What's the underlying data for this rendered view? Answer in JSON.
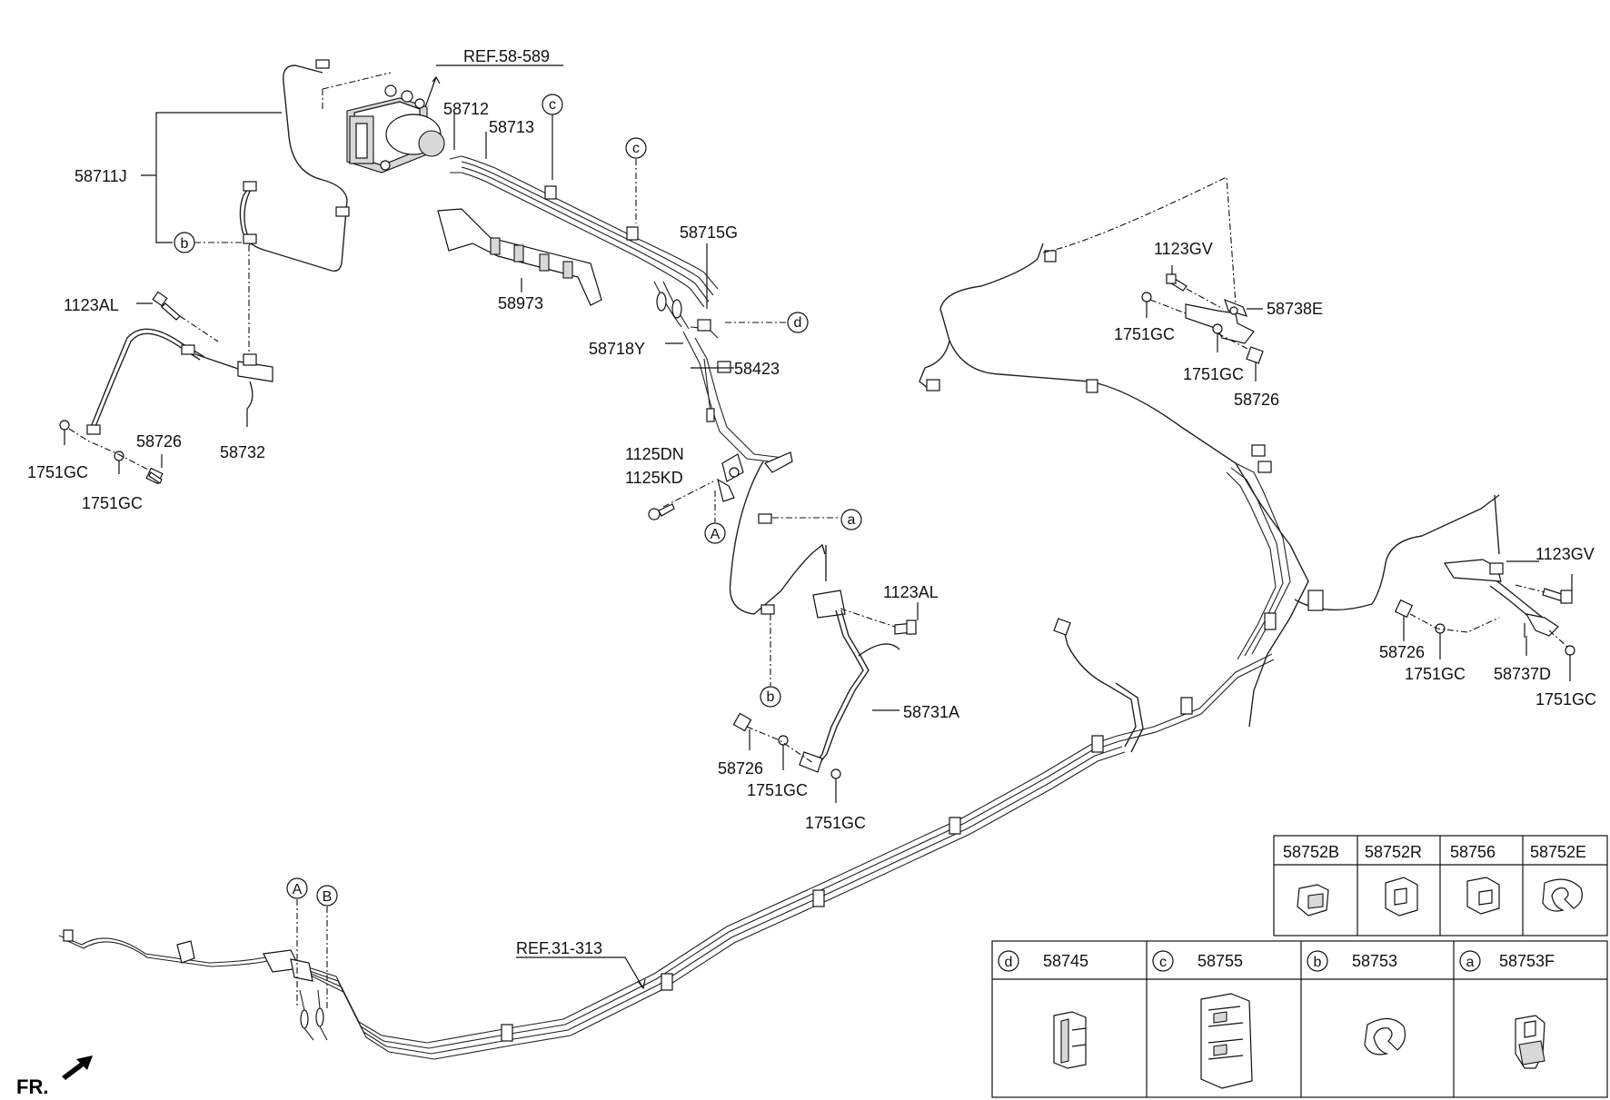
{
  "diagram": {
    "fr_label": "FR.",
    "ref_labels": {
      "ref_top": "REF.58-589",
      "ref_bottom": "REF.31-313"
    },
    "part_labels": {
      "p_58712": "58712",
      "p_58713": "58713",
      "p_58711J": "58711J",
      "p_58715G": "58715G",
      "p_58973": "58973",
      "p_58718Y": "58718Y",
      "p_58423": "58423",
      "p_1123AL_left": "1123AL",
      "p_58726_left": "58726",
      "p_1751GC_left1": "1751GC",
      "p_1751GC_left2": "1751GC",
      "p_58732": "58732",
      "p_1125DN": "1125DN",
      "p_1125KD": "1125KD",
      "p_1123AL_mid": "1123AL",
      "p_58731A": "58731A",
      "p_58726_mid": "58726",
      "p_1751GC_mid1": "1751GC",
      "p_1751GC_mid2": "1751GC",
      "p_1123GV_top": "1123GV",
      "p_58738E": "58738E",
      "p_1751GC_tr1": "1751GC",
      "p_1751GC_tr2": "1751GC",
      "p_58726_tr": "58726",
      "p_1123GV_right": "1123GV",
      "p_58726_right": "58726",
      "p_1751GC_right1": "1751GC",
      "p_58737D": "58737D",
      "p_1751GC_right2": "1751GC"
    },
    "circle_letters": {
      "c1": "c",
      "c2": "c",
      "b1": "b",
      "b2": "b",
      "d1": "d",
      "a1": "a",
      "A1": "A",
      "A2": "A",
      "B1": "B"
    }
  },
  "table_top": {
    "headers": [
      "58752B",
      "58752R",
      "58756",
      "58752E"
    ]
  },
  "table_bottom": {
    "cells": [
      {
        "letter": "d",
        "part": "58745"
      },
      {
        "letter": "c",
        "part": "58755"
      },
      {
        "letter": "b",
        "part": "58753"
      },
      {
        "letter": "a",
        "part": "58753F"
      }
    ]
  }
}
